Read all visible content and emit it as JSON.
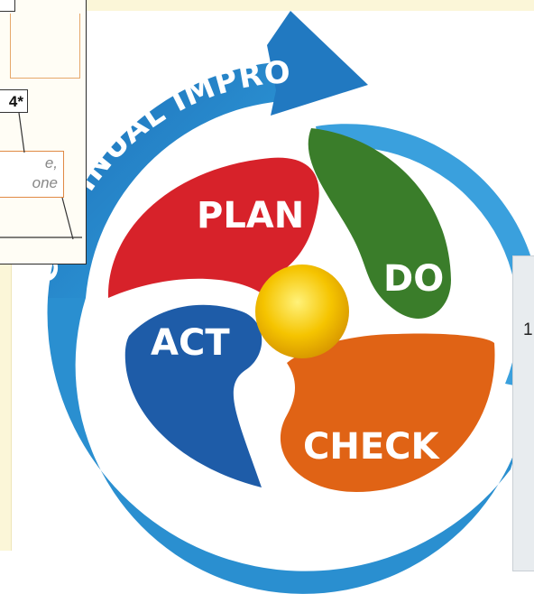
{
  "diagram": {
    "arc_text": "CONTINUAL IMPROVEMENT",
    "segments": [
      {
        "id": "plan",
        "label": "PLAN",
        "color": "#d7222a"
      },
      {
        "id": "do",
        "label": "DO",
        "color": "#3a7d2a"
      },
      {
        "id": "check",
        "label": "CHECK",
        "color": "#e06315"
      },
      {
        "id": "act",
        "label": "ACT",
        "color": "#1e5ca8"
      }
    ],
    "center_color": "#f5c400",
    "ring_color": "#2289cc"
  },
  "overlay_popup": {
    "tag": "4*",
    "note_line1": "e,",
    "note_line2": "one"
  },
  "side_panel": {
    "number": "1"
  }
}
